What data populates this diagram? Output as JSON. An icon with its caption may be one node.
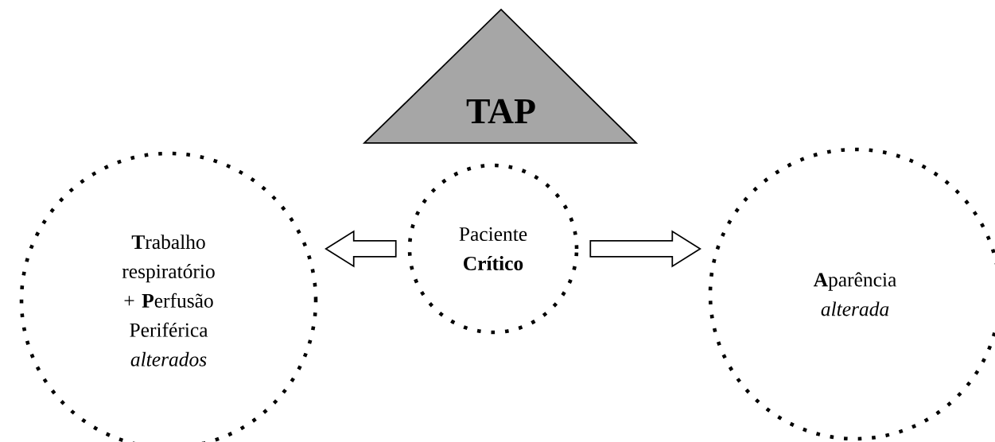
{
  "diagram": {
    "nodes": [
      {
        "text": [
          "TAP"
        ]
      },
      {
        "text": [
          "**T**rabalho respiratório + **P**erfusão Periférica *alterados*"
        ]
      },
      {
        "text": [
          "Paciente **Crítico**"
        ]
      },
      {
        "text": [
          "**A**parência *alterada*"
        ]
      }
    ],
    "edges": [
      {
        "from": 2,
        "to": 1,
        "arrow": "to"
      },
      {
        "from": 2,
        "to": 3,
        "arrow": "to"
      }
    ]
  }
}
